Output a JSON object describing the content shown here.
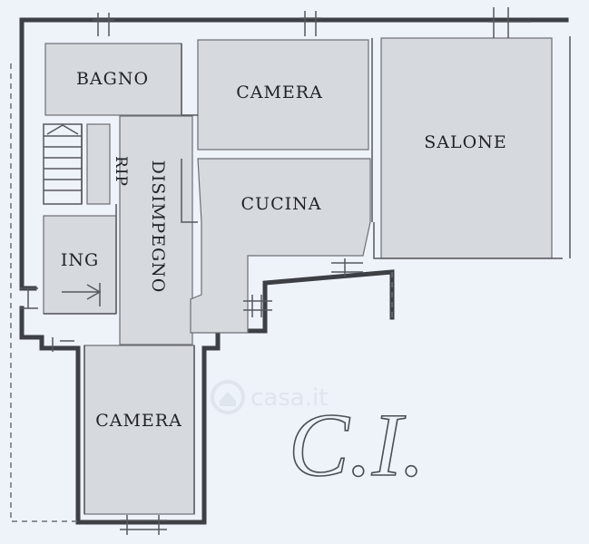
{
  "rooms": {
    "bagno": "BAGNO",
    "camera_top": "CAMERA",
    "salone": "SALONE",
    "rip": "RIP",
    "disimpegno": "DISIMPEGNO",
    "cucina": "CUCINA",
    "ing": "ING",
    "camera_bottom": "CAMERA"
  },
  "watermark": {
    "brand": "casa.it"
  },
  "monogram": "C.I."
}
